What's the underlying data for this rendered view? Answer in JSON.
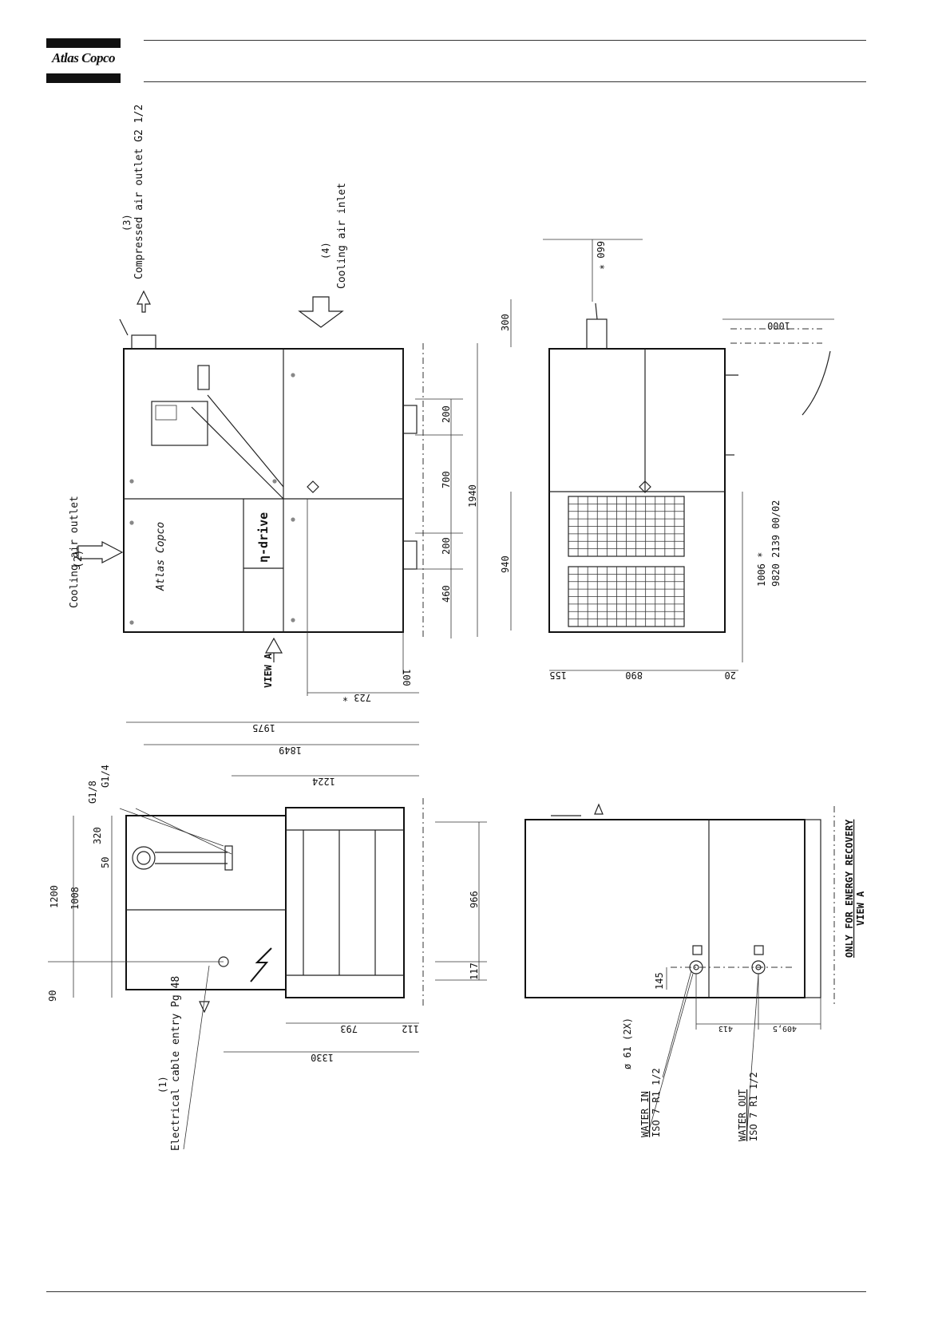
{
  "brand": {
    "name": "Atlas Copco"
  },
  "labels": {
    "cooling_air_outlet_no": "(2)",
    "cooling_air_outlet": "Cooling air outlet",
    "compressed_air_outlet_no": "(3)",
    "compressed_air_outlet": "Compressed air outlet G2 1/2",
    "cooling_air_inlet_no": "(4)",
    "cooling_air_inlet": "Cooling air inlet",
    "view_a": "VIEW A",
    "electrical_entry_no": "(1)",
    "electrical_entry": "Electrical cable entry Pg 48",
    "water_in": "WATER IN",
    "water_in_spec": "ISO 7 R1 1/2",
    "water_out": "WATER OUT",
    "water_out_spec": "ISO 7 R1 1/2",
    "hole_spec": "ø 61 (2X)",
    "energy_recovery": "ONLY FOR ENERGY RECOVERY",
    "view_a_bottom": "VIEW A",
    "drawing_number": "9820 2139 00/02",
    "drive_badge": "η-drive",
    "panel_logo": "Atlas Copco",
    "g18": "G1/8",
    "g14": "G1/4"
  },
  "dims": {
    "d1940": "1940",
    "d460": "460",
    "d200a": "200",
    "d700": "700",
    "d200b": "200",
    "d100": "100",
    "d723": "723 *",
    "d660": "660 *",
    "d300": "300",
    "d1000": "1000",
    "d940": "940",
    "d1006": "1006 *",
    "d155": "155",
    "d890": "890",
    "d20": "20",
    "d1975": "1975",
    "d1849": "1849",
    "d1224": "1224",
    "d1200": "1200",
    "d1008": "1008",
    "d320": "320",
    "d50": "50",
    "d90": "90",
    "d966": "966",
    "d117": "117",
    "d793": "793",
    "d112": "112",
    "d1330": "1330",
    "d145": "145",
    "d413": "413",
    "d4095": "409,5"
  }
}
